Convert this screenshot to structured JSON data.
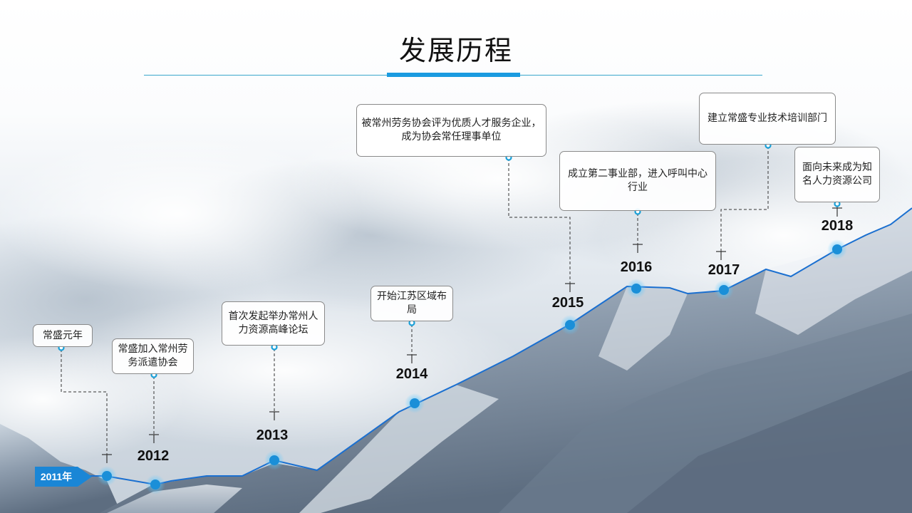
{
  "page": {
    "title": "发展历程"
  },
  "start_badge": "2011年",
  "milestones": [
    {
      "year": "",
      "text": "常盛元年"
    },
    {
      "year": "2012",
      "text": "常盛加入常州劳务派遣协会"
    },
    {
      "year": "2013",
      "text": "首次发起举办常州人力资源高峰论坛"
    },
    {
      "year": "2014",
      "text": "开始江苏区域布局"
    },
    {
      "year": "2015",
      "text": "被常州劳务协会评为优质人才服务企业，成为协会常任理事单位"
    },
    {
      "year": "2016",
      "text": "成立第二事业部，进入呼叫中心行业"
    },
    {
      "year": "2017",
      "text": "建立常盛专业技术培训部门"
    },
    {
      "year": "2018",
      "text": "面向未来成为知名人力资源公司"
    }
  ],
  "colors": {
    "accent": "#1a9be0",
    "line": "#1a6fd0",
    "dot": "#1a8fd8",
    "badge": "#1a86d6"
  }
}
